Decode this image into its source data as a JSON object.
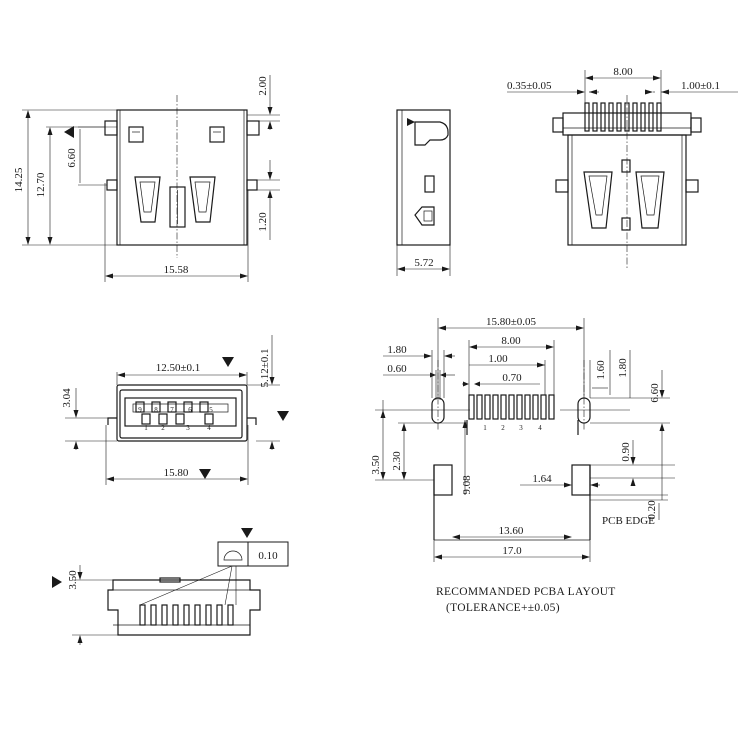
{
  "dimensions": {
    "top_view": {
      "height_total": "14.25",
      "height_body": "12.70",
      "mount_offset": "6.60",
      "tail_length": "2.00",
      "pin_pitch": "1.20",
      "width": "15.58"
    },
    "side_view": {
      "depth": "5.72"
    },
    "rear_view": {
      "pin_thickness": "0.35±0.05",
      "pin_span": "8.00",
      "pin_pitch": "1.00±0.1"
    },
    "front_view": {
      "opening_width": "12.50±0.1",
      "body_height": "3.04",
      "shell_height": "5.12±0.1",
      "flange_width": "15.80",
      "pin_numbers_top": [
        "9",
        "8",
        "7",
        "6",
        "5"
      ],
      "pin_numbers_bottom": [
        "1",
        "2",
        "3",
        "4"
      ]
    },
    "bottom_view": {
      "height": "3.50",
      "flatness": "0.10"
    },
    "pcb_layout": {
      "overall_width": "15.80±0.05",
      "pin_span": "8.00",
      "pad_pitch": "1.00",
      "pad_width": "0.70",
      "slot_width": "1.80",
      "slot_gap": "0.60",
      "slot_offset": "1.60",
      "slot_width_right": "1.80",
      "slot_height": "6.60",
      "row_offset": "3.50",
      "row_offset_inner": "2.30",
      "body_depth": "9.08",
      "tab_width": "1.64",
      "tab_offset": "0.90",
      "edge_offset": "0.20",
      "inner_width": "13.60",
      "outer_width": "17.0",
      "pin_numbers": [
        "1",
        "2",
        "3",
        "4"
      ],
      "edge_label": "PCB EDGE"
    }
  },
  "notes": {
    "layout_title": "RECOMMANDED PCBA LAYOUT",
    "tolerance": "(TOLERANCE+±0.05)"
  },
  "colors": {
    "ink": "#1a1a1a",
    "paper": "#ffffff"
  }
}
